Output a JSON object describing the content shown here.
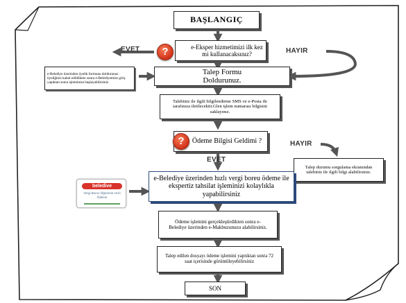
{
  "nodes": {
    "start": "BAŞLANGIÇ",
    "first_time_question": "e-Eksper hizmetimizi ilk kez mi kullanacaksınız?",
    "register_note": "e-Belediye üzerinden üyelik formunu doldurunuz üyeliğiniz kabul edildikten sonra e-Belediyemize giriş yapıktan sonra işleminize başlayabilirsiniz",
    "fill_form": "Talep Formu Doldurunuz.",
    "notification": "Talebiniz ile ilgili bilgilendirme SMS ve e-Posta ile tarafınıza iletilecektir.Glen işlem numarası bilgisini saklayınız.",
    "payment_question": "Ödeme Bilgisi Geldimi ?",
    "status_query": "Talep durumu sorgulama ekranından talebiniz ile ilgili bilgi alabilirsiniz.",
    "online_payment": "e-Belediye üzerinden hızlı vergi boreu ödeme ile ekspertiz tahsilat işleminizi kolaylıkla yapabilirsiniz",
    "receipt": "Ödeme işlemini gerçekleştirdikten sonra e- Belediye üzerinden e-Makbuzunuzu alabilirsiniz.",
    "view_file": "Talep edilen dosyayı ödeme işlemini yaptıktan sonra 72 saat içerisinde görüntüleyebilirsiniz",
    "end": "SON"
  },
  "labels": {
    "yes_top": "EVET",
    "no_top": "HAYIR",
    "no_payment": "HAYIR",
    "yes_payment": "EVET"
  },
  "icons": {
    "question_mark": "?"
  },
  "logo": {
    "name": "beledive",
    "subtitle": "Vergi Borcu Öğrenme Hızlı Ödeme"
  },
  "colors": {
    "question_icon": "#d2321a",
    "logo_red": "#d8322a",
    "arrow": "#555555",
    "border": "#222222"
  }
}
